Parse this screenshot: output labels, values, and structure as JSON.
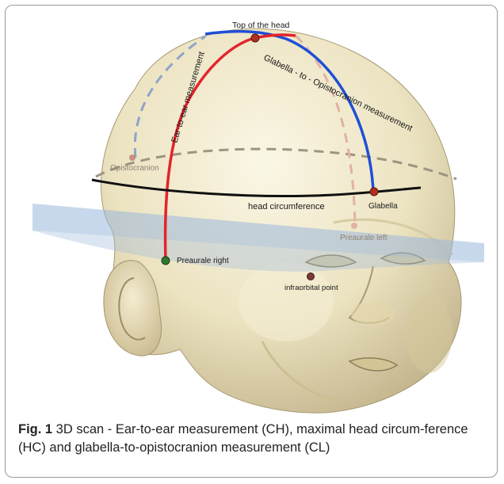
{
  "figure": {
    "labels": {
      "top_of_head": "Top of the head",
      "glabella_opistocranion": "Glabella - to - Opistocranion measurement",
      "ear_to_ear": "Ear-to-ear measurement",
      "opistocranion": "Opistocranion",
      "head_circumference": "head circumference",
      "glabella": "Glabella",
      "preaurale_left": "Preaurale left",
      "preaurale_right": "Preaurale right",
      "infraorbital_point": "infraorbital point"
    },
    "colors": {
      "ear_to_ear_line": "#e3242b",
      "glabella_line": "#1f4fd6",
      "circumference_line": "#111111",
      "plane": "#9ab8dc",
      "skin": "#ece3c1"
    }
  },
  "caption": {
    "label": "Fig. 1",
    "text": " 3D scan - Ear-to-ear measurement (CH), maximal head circum-ference (HC) and glabella-to-opistocranion measurement (CL)"
  }
}
